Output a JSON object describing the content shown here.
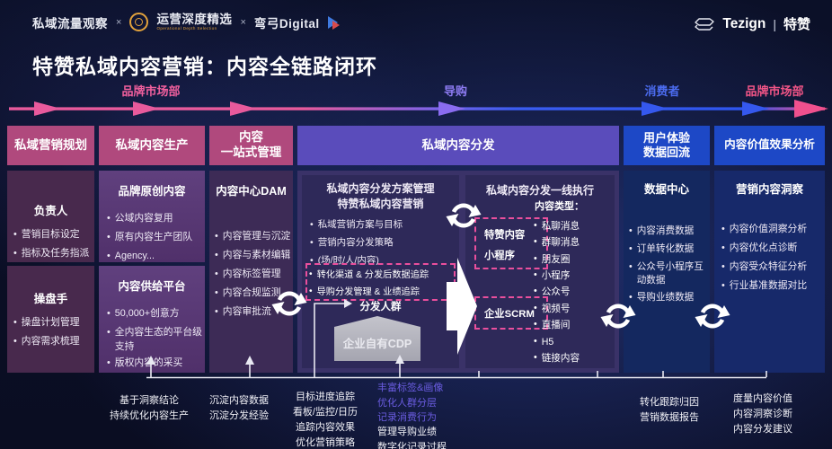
{
  "topbar": {
    "brand1": "私域流量观察",
    "sep1": "×",
    "brand2": "运营深度精选",
    "brand2_sub": "Operational Depth Selection",
    "sep2": "×",
    "brand3": "弯弓Digital",
    "tezign_en": "Tezign",
    "tezign_divider": "|",
    "tezign_cn": "特赞"
  },
  "title": "特赞私域内容营销：内容全链路闭环",
  "flow_stages": [
    {
      "label": "品牌市场部",
      "color": "#f2609e"
    },
    {
      "label": "导购",
      "color": "#8d7bf2"
    },
    {
      "label": "消费者",
      "color": "#4b6bee"
    },
    {
      "label": "品牌市场部",
      "color": "#f25587"
    }
  ],
  "columns": [
    {
      "header": "私域营销规划",
      "boxes": [
        {
          "title": "负责人",
          "items": [
            "营销目标设定",
            "指标及任务指派"
          ]
        },
        {
          "title": "操盘手",
          "items": [
            "操盘计划管理",
            "内容需求梳理"
          ]
        }
      ]
    },
    {
      "header": "私域内容生产",
      "boxes": [
        {
          "title": "品牌原创内容",
          "items": [
            "公域内容复用",
            "原有内容生产团队",
            "Agency..."
          ]
        },
        {
          "title": "内容供给平台",
          "items": [
            "50,000+创意方",
            "全内容生态的平台级支持",
            "版权内容的采买"
          ]
        }
      ]
    },
    {
      "header": "内容\n一站式管理",
      "boxes": [
        {
          "title": "内容中心DAM",
          "items": [
            "内容管理与沉淀",
            "内容与素材编辑",
            "内容标签管理",
            "内容合规监测",
            "内容审批流"
          ]
        }
      ]
    },
    {
      "header": "私域内容分发",
      "plan": {
        "title": "私域内容分发方案管理\n特赞私域内容营销",
        "items": [
          "私域营销方案与目标",
          "营销内容分发策略",
          "(场/时/人/内容)"
        ],
        "dashed_items": [
          "转化渠道 & 分发后数据追踪",
          "导购分发管理 & 业绩追踪"
        ],
        "audience_label": "分发人群",
        "cdp_label": "企业自有CDP"
      },
      "execution": {
        "title": "私域内容分发一线执行",
        "channel_boxes": [
          "特赞内容\n小程序",
          "企业SCRM"
        ],
        "content_types_label": "内容类型：",
        "content_types": [
          "私聊消息",
          "群聊消息",
          "朋友圈",
          "小程序",
          "公众号",
          "视频号",
          "直播间",
          "H5",
          "链接内容"
        ]
      }
    },
    {
      "header": "用户体验\n数据回流",
      "boxes": [
        {
          "title": "数据中心",
          "items": [
            "内容消费数据",
            "订单转化数据",
            "公众号小程序互动数据",
            "导购业绩数据"
          ]
        }
      ]
    },
    {
      "header": "内容价值效果分析",
      "boxes": [
        {
          "title": "营销内容洞察",
          "items": [
            "内容价值洞察分析",
            "内容优化点诊断",
            "内容受众特征分析",
            "行业基准数据对比"
          ]
        }
      ]
    }
  ],
  "feedback_notes": {
    "production": "基于洞察结论\n持续优化内容生产",
    "management": "沉淀内容数据\n沉淀分发经验",
    "plan": "目标进度追踪\n看板/监控/日历\n追踪内容效果\n优化营销策略",
    "cdp": "丰富标签&画像\n优化人群分层\n记录消费行为",
    "guide": "管理导购业绩\n数字化记录过程",
    "data": "转化跟踪归因\n营销数据报告",
    "insight": "度量内容价值\n内容洞察诊断\n内容分发建议"
  },
  "icons": {
    "sync-icon": "⟳",
    "play-icon": "▶",
    "separator": "×"
  },
  "colors": {
    "header_pink": "#b0497d",
    "header_purple": "#5a4cbb",
    "header_blue": "#1d48c6",
    "dashed_pink": "#ea4f9d",
    "note_purple": "#6a5ce0",
    "cdp_gray": "#b5b5bf"
  }
}
